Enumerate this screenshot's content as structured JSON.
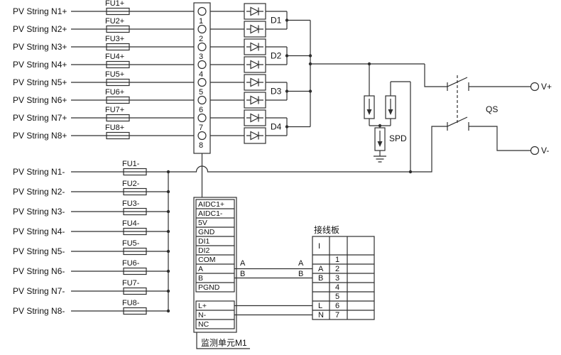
{
  "colors": {
    "ink": "#2f2f2f",
    "background": "#ffffff"
  },
  "pv_positive": {
    "strings": [
      "PV String N1+",
      "PV String N2+",
      "PV String N3+",
      "PV String N4+",
      "PV String N5+",
      "PV String N6+",
      "PV String N7+",
      "PV String N8+"
    ],
    "fuses": [
      "FU1+",
      "FU2+",
      "FU3+",
      "FU4+",
      "FU5+",
      "FU6+",
      "FU7+",
      "FU8+"
    ]
  },
  "pv_negative": {
    "strings": [
      "PV String N1-",
      "PV String N2-",
      "PV String N3-",
      "PV String N4-",
      "PV String N5-",
      "PV String N6-",
      "PV String N7-",
      "PV String N8-"
    ],
    "fuses": [
      "FU1-",
      "FU2-",
      "FU3-",
      "FU4-",
      "FU5-",
      "FU6-",
      "FU7-",
      "FU8-"
    ]
  },
  "terminal_block": {
    "numbers": [
      "1",
      "2",
      "3",
      "4",
      "5",
      "6",
      "7",
      "8"
    ]
  },
  "diodes": [
    "D1",
    "D2",
    "D3",
    "D4"
  ],
  "spd_label": "SPD",
  "qs_label": "QS",
  "output_positive": "V+",
  "output_negative": "V-",
  "monitor_unit": {
    "terminals": [
      "AIDC1+",
      "AIDC1-",
      "5V",
      "GND",
      "DI1",
      "DI2",
      "COM",
      "A",
      "B",
      "PGND"
    ],
    "power_terminals": [
      "L+",
      "N-",
      "NC"
    ],
    "caption": "监测单元M1"
  },
  "rs485": {
    "a": "A",
    "b": "B"
  },
  "terminal_board": {
    "title": "接线板",
    "header": "I",
    "rows": [
      {
        "label": "",
        "number": "1"
      },
      {
        "label": "A",
        "number": "2"
      },
      {
        "label": "B",
        "number": "3"
      },
      {
        "label": "",
        "number": "4"
      },
      {
        "label": "",
        "number": "5"
      },
      {
        "label": "L",
        "number": "6"
      },
      {
        "label": "N",
        "number": "7"
      }
    ]
  }
}
